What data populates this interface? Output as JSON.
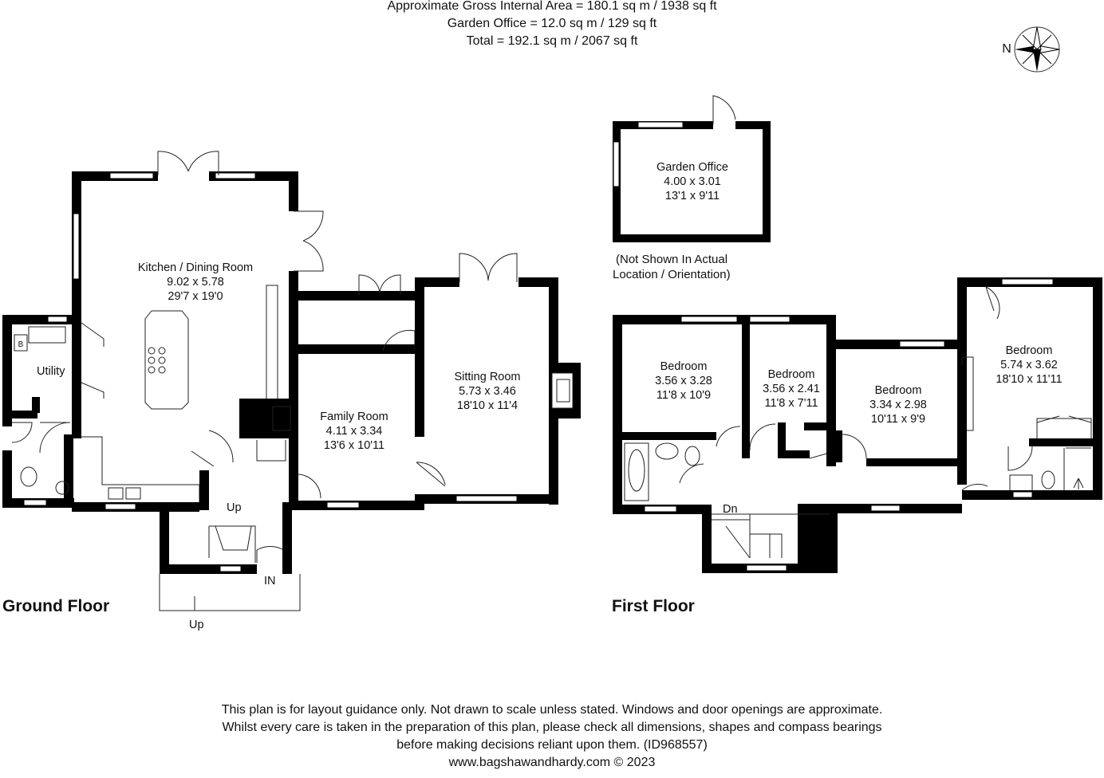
{
  "header": {
    "line1": "Approximate Gross Internal Area = 180.1 sq m / 1938 sq ft",
    "line2": "Garden Office = 12.0 sq m / 129 sq ft",
    "line3": "Total = 192.1 sq m / 2067 sq ft"
  },
  "compass": {
    "label": "N"
  },
  "floors": {
    "ground": "Ground Floor",
    "first": "First Floor"
  },
  "rooms": {
    "kitchen": {
      "name": "Kitchen / Dining Room",
      "metric": "9.02 x 5.78",
      "imperial": "29'7 x 19'0"
    },
    "utility": {
      "name": "Utility"
    },
    "family": {
      "name": "Family Room",
      "metric": "4.11 x 3.34",
      "imperial": "13'6 x 10'11"
    },
    "sitting": {
      "name": "Sitting Room",
      "metric": "5.73 x 3.46",
      "imperial": "18'10 x 11'4"
    },
    "garden_office": {
      "name": "Garden Office",
      "metric": "4.00 x 3.01",
      "imperial": "13'1 x 9'11"
    },
    "bedroom1": {
      "name": "Bedroom",
      "metric": "3.56 x 3.28",
      "imperial": "11'8 x 10'9"
    },
    "bedroom2": {
      "name": "Bedroom",
      "metric": "3.56 x 2.41",
      "imperial": "11'8 x 7'11"
    },
    "bedroom3": {
      "name": "Bedroom",
      "metric": "3.34 x 2.98",
      "imperial": "10'11 x 9'9"
    },
    "bedroom4": {
      "name": "Bedroom",
      "metric": "5.74 x 3.62",
      "imperial": "18'10 x 11'11"
    }
  },
  "labels": {
    "up_stairs": "Up",
    "up_path": "Up",
    "in": "IN",
    "down": "Dn",
    "boiler": "B"
  },
  "garden_office_note": {
    "line1": "(Not Shown In Actual",
    "line2": "Location / Orientation)"
  },
  "footer": {
    "line1": "This plan is for layout guidance only. Not drawn to scale unless stated. Windows and door openings are approximate.",
    "line2": "Whilst every care is taken in the preparation of this plan, please check all dimensions, shapes and compass bearings",
    "line3": "before making decisions reliant upon them. (ID968557)",
    "line4": "www.bagshawandhardy.com © 2023"
  },
  "colors": {
    "wall": "#000000",
    "window": "#ffffff",
    "line": "#333333"
  }
}
